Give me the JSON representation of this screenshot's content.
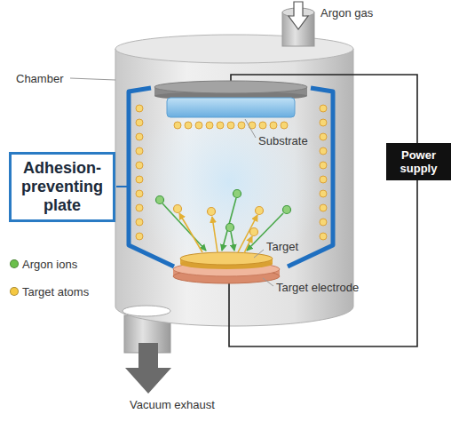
{
  "diagram": {
    "nodes": [
      {
        "text": [
          "Adhesion-preventing plate"
        ]
      },
      {
        "text": [
          "Power supply"
        ]
      }
    ],
    "labels": [
      "Argon gas",
      "Chamber",
      "Substrate",
      "Target",
      "Target electrode",
      "Vacuum exhaust"
    ],
    "legend": [
      {
        "text": "Argon ions",
        "color": "#6abf4b"
      },
      {
        "text": "Target atoms",
        "color": "#f5c842"
      }
    ]
  }
}
